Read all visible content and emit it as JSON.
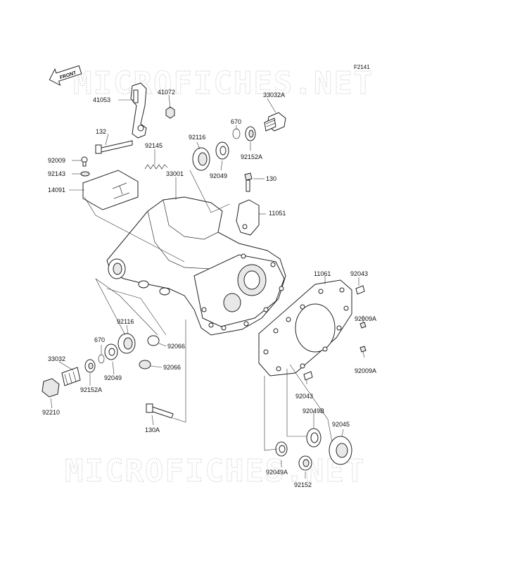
{
  "figure_code": "F2141",
  "front_label": "FRONT",
  "watermark_text": "MICROFICHES.NET",
  "colors": {
    "line": "#222222",
    "watermark": "#cfcfcf",
    "background": "#ffffff"
  },
  "callouts": [
    {
      "id": "41053",
      "text": "41053"
    },
    {
      "id": "41072",
      "text": "41072"
    },
    {
      "id": "33032A",
      "text": "33032A"
    },
    {
      "id": "670a",
      "text": "670"
    },
    {
      "id": "92116a",
      "text": "92116"
    },
    {
      "id": "132",
      "text": "132"
    },
    {
      "id": "92145",
      "text": "92145"
    },
    {
      "id": "92152Aa",
      "text": "92152A"
    },
    {
      "id": "92049a",
      "text": "92049"
    },
    {
      "id": "92009",
      "text": "92009"
    },
    {
      "id": "92143",
      "text": "92143"
    },
    {
      "id": "130",
      "text": "130"
    },
    {
      "id": "14091",
      "text": "14091"
    },
    {
      "id": "33001",
      "text": "33001"
    },
    {
      "id": "11051",
      "text": "11051"
    },
    {
      "id": "11061",
      "text": "11061"
    },
    {
      "id": "92043a",
      "text": "92043"
    },
    {
      "id": "92009Aa",
      "text": "92009A"
    },
    {
      "id": "92116b",
      "text": "92116"
    },
    {
      "id": "670b",
      "text": "670"
    },
    {
      "id": "92066a",
      "text": "92066"
    },
    {
      "id": "33032",
      "text": "33032"
    },
    {
      "id": "92066b",
      "text": "92066"
    },
    {
      "id": "92049b",
      "text": "92049"
    },
    {
      "id": "92152Ab",
      "text": "92152A"
    },
    {
      "id": "92009Ab",
      "text": "92009A"
    },
    {
      "id": "92043b",
      "text": "92043"
    },
    {
      "id": "92210",
      "text": "92210"
    },
    {
      "id": "92049B",
      "text": "92049B"
    },
    {
      "id": "130A",
      "text": "130A"
    },
    {
      "id": "92045",
      "text": "92045"
    },
    {
      "id": "92049A",
      "text": "92049A"
    },
    {
      "id": "92152",
      "text": "92152"
    }
  ]
}
